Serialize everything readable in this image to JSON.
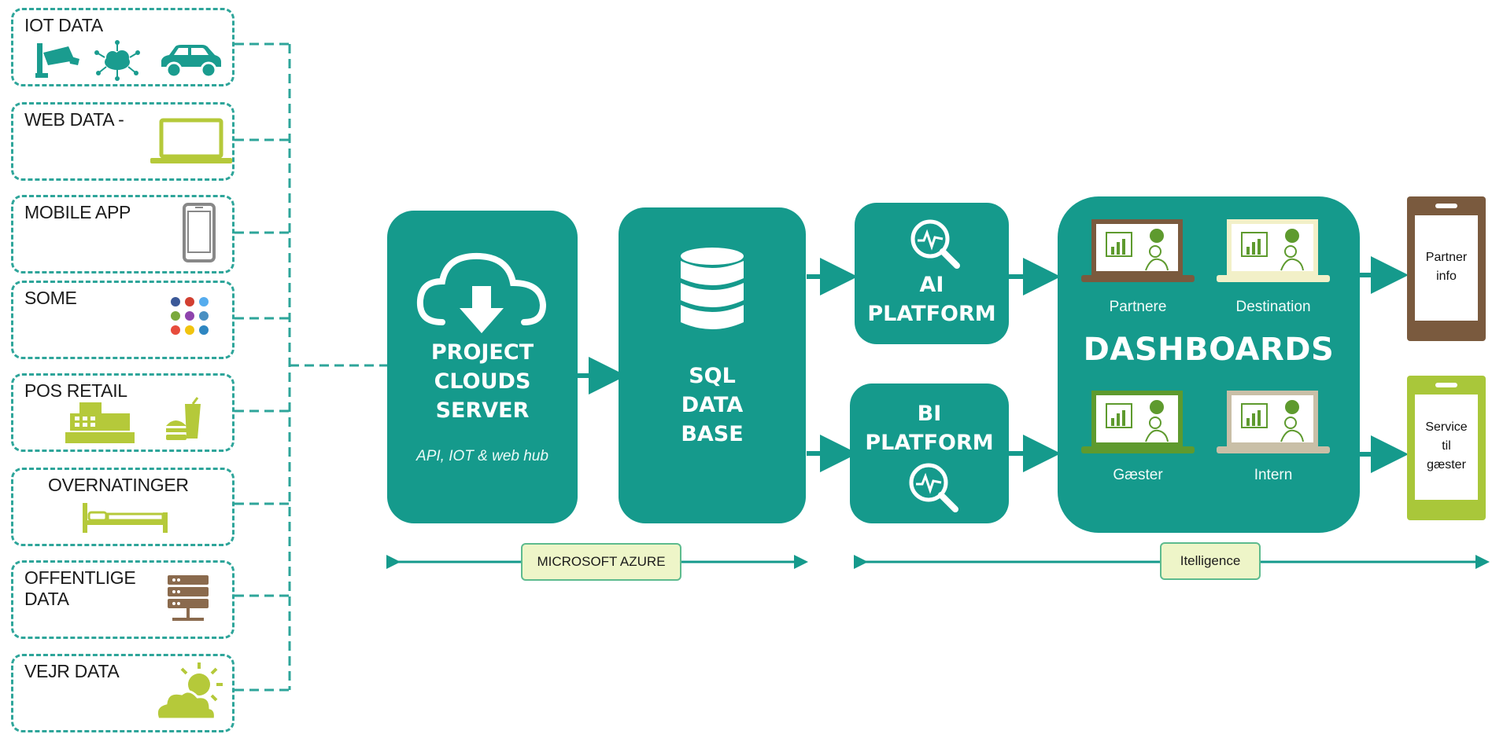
{
  "sources": [
    {
      "label": "IOT DATA",
      "icons": [
        "surveillance-camera-icon",
        "cloud-network-icon",
        "car-icon"
      ]
    },
    {
      "label": "WEB DATA -",
      "icons": [
        "laptop-icon"
      ]
    },
    {
      "label": "MOBILE APP",
      "icons": [
        "mobile-phone-icon"
      ]
    },
    {
      "label": "SOME",
      "icons": [
        "social-media-icons-grid"
      ]
    },
    {
      "label": "POS  RETAIL",
      "icons": [
        "cash-register-icon",
        "fast-food-icon"
      ]
    },
    {
      "label": "OVERNATINGER",
      "icons": [
        "bed-icon"
      ]
    },
    {
      "label": "OFFENTLIGE\nDATA",
      "icons": [
        "server-rack-icon"
      ]
    },
    {
      "label": "VEJR DATA",
      "icons": [
        "weather-sun-cloud-icon"
      ]
    }
  ],
  "project_server": {
    "title": "PROJECT\nCLOUDS\nSERVER",
    "subtitle": "API, IOT & web hub",
    "icon": "cloud-download-icon"
  },
  "sql_database": {
    "title": "SQL\nDATA\nBASE",
    "icon": "database-icon"
  },
  "ai_platform": {
    "title": "AI\nPLATFORM",
    "icon": "magnifier-analytics-icon"
  },
  "bi_platform": {
    "title": "BI\nPLATFORM",
    "icon": "magnifier-analytics-icon"
  },
  "dashboards": {
    "title": "DASHBOARDS",
    "items": [
      {
        "label": "Partnere",
        "color": "#7a5a3e"
      },
      {
        "label": "Destination",
        "color": "#f2f0c8"
      },
      {
        "label": "Gæster",
        "color": "#5e9a2e"
      },
      {
        "label": "Intern",
        "color": "#c9bfa7"
      }
    ]
  },
  "outputs": [
    {
      "label": "Partner\ninfo",
      "color": "#7a5a3e"
    },
    {
      "label": "Service\ntil\ngæster",
      "color": "#a9c73a"
    }
  ],
  "tags": {
    "azure": "MICROSOFT AZURE",
    "itelligence": "Itelligence"
  },
  "colors": {
    "teal": "#159a8c",
    "dash_line": "#2ea59a",
    "lime": "#a9c73a",
    "brown": "#7a5a3e"
  }
}
